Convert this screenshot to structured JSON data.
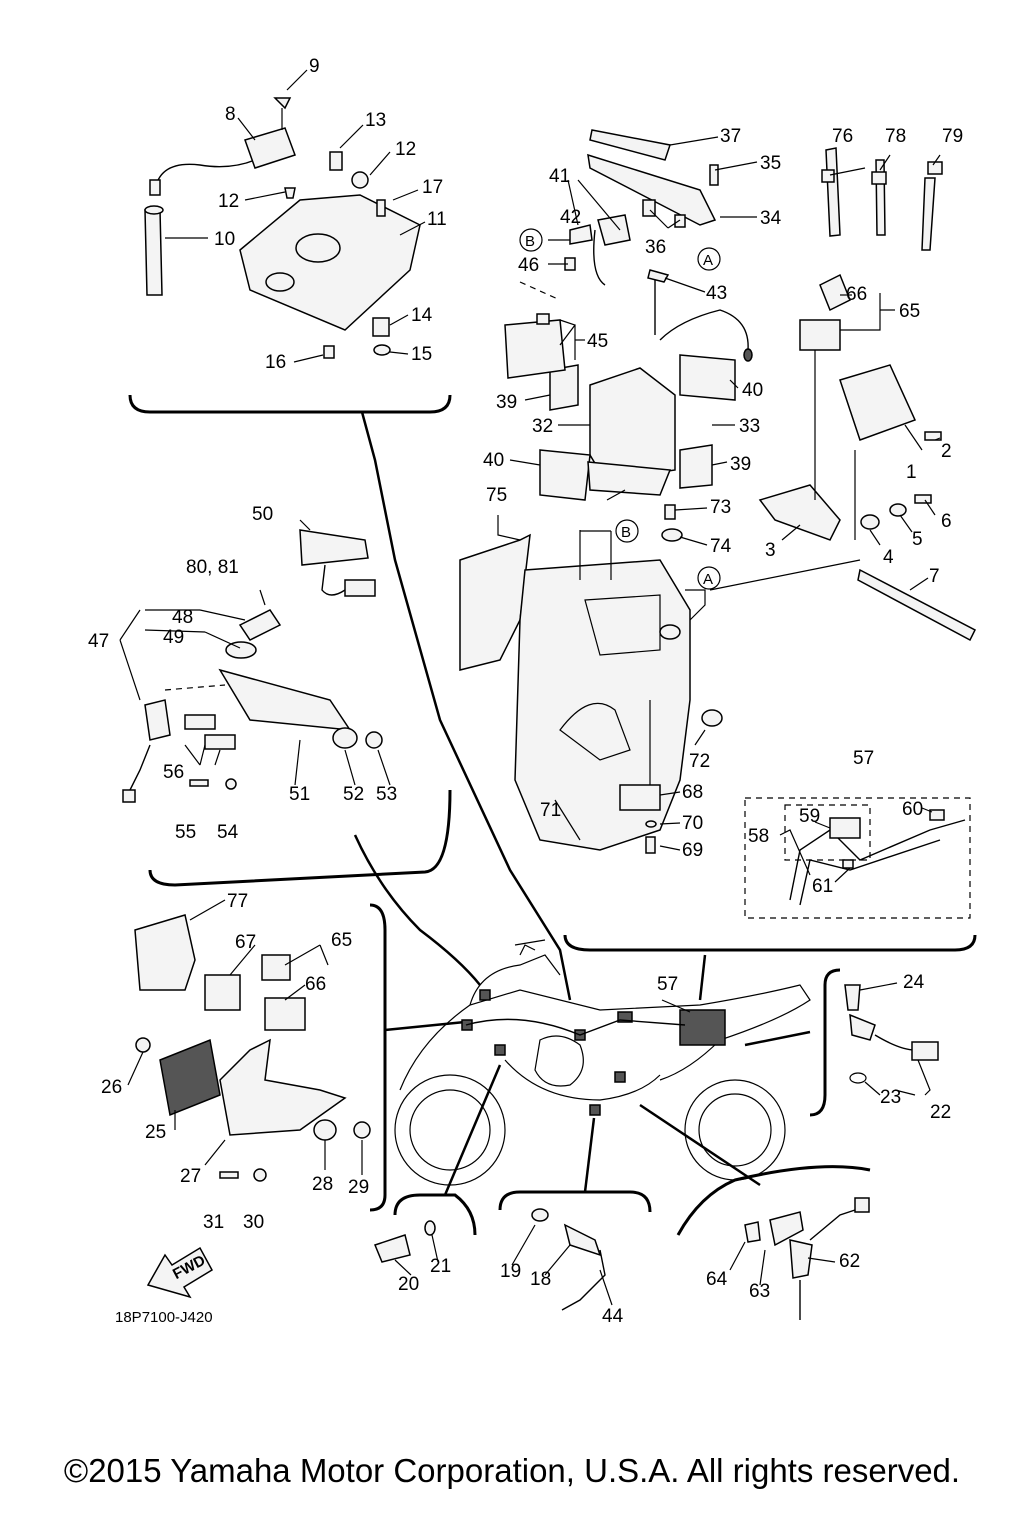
{
  "drawing_code": "18P7100-J420",
  "copyright": "©2015 Yamaha Motor Corporation, U.S.A. All rights reserved.",
  "fwd_label": "FWD",
  "ref_markers": [
    "A",
    "B"
  ],
  "callouts": [
    "1",
    "2",
    "3",
    "4",
    "5",
    "6",
    "7",
    "8",
    "9",
    "10",
    "11",
    "12",
    "12",
    "13",
    "14",
    "15",
    "16",
    "17",
    "18",
    "19",
    "20",
    "21",
    "22",
    "23",
    "24",
    "25",
    "26",
    "27",
    "28",
    "29",
    "30",
    "31",
    "32",
    "33",
    "34",
    "35",
    "36",
    "37",
    "39",
    "39",
    "40",
    "40",
    "41",
    "42",
    "43",
    "44",
    "45",
    "46",
    "47",
    "48",
    "49",
    "50",
    "51",
    "52",
    "53",
    "54",
    "55",
    "56",
    "57",
    "57",
    "58",
    "59",
    "60",
    "61",
    "62",
    "63",
    "64",
    "65",
    "65",
    "66",
    "66",
    "67",
    "68",
    "69",
    "70",
    "71",
    "72",
    "73",
    "74",
    "75",
    "76",
    "77",
    "78",
    "79",
    "80, 81"
  ]
}
